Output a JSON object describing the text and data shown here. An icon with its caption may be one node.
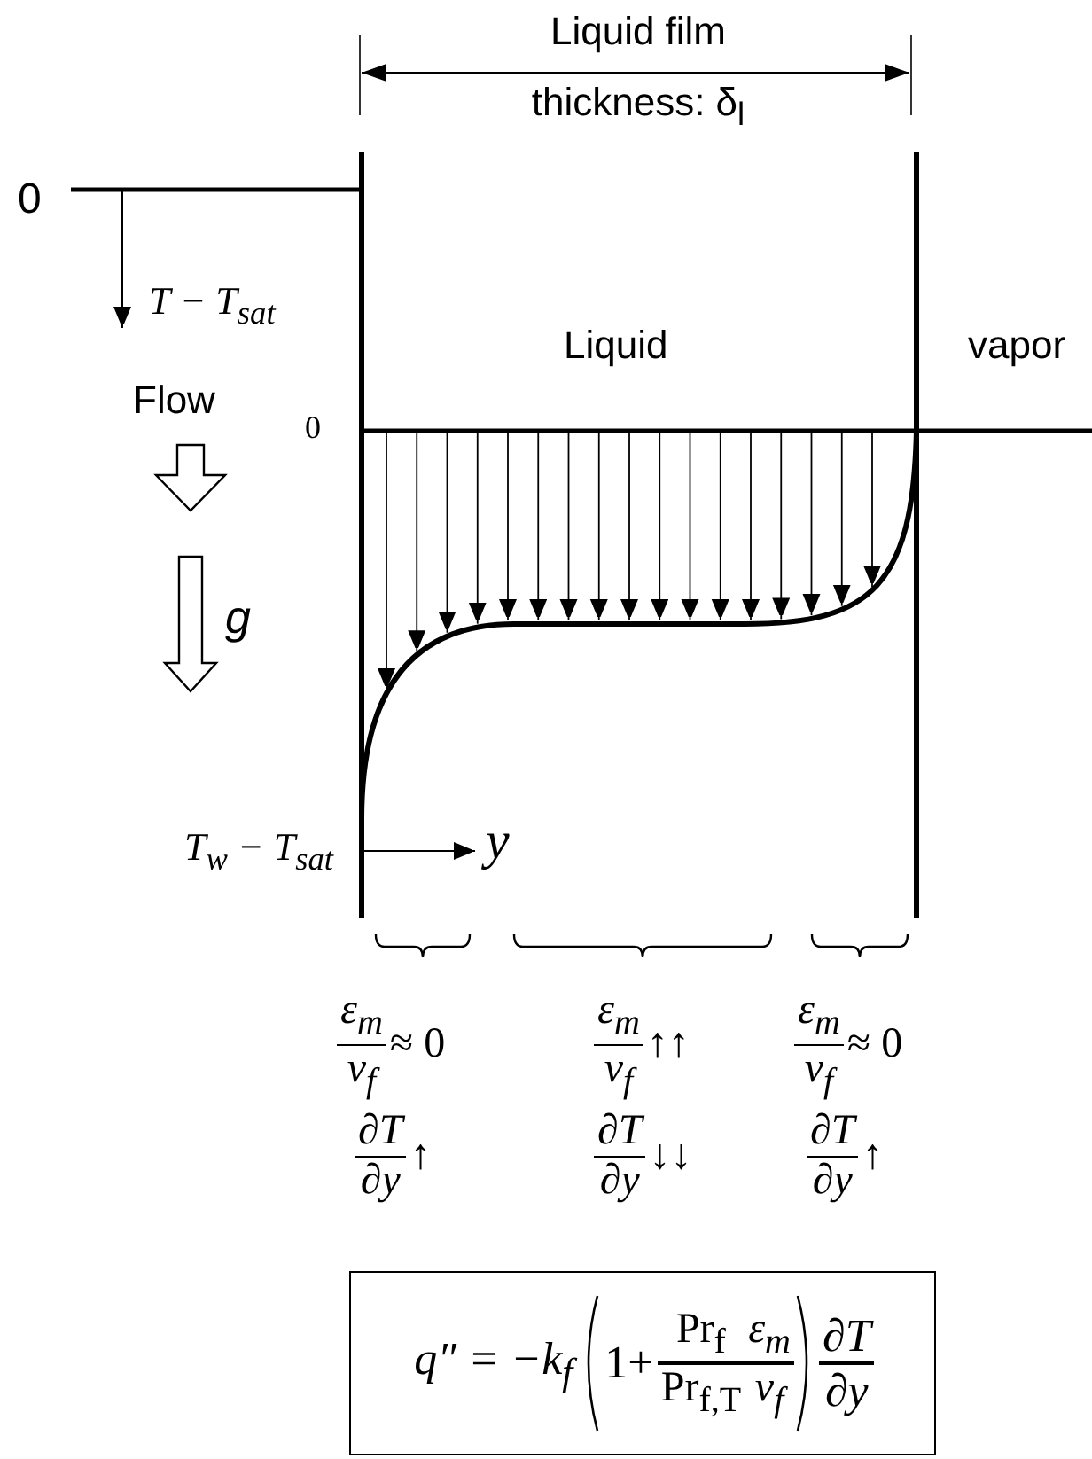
{
  "diagram": {
    "nodes": [
      {
        "text": [
          "q″ = −k$_{f}$",
          "1+",
          "Pr$_{f}$",
          "Pr$_{f,T}$",
          "ε$_{m}$",
          "ν$_{f}$",
          "∂T",
          "∂y"
        ]
      }
    ],
    "labels": [
      "Liquid film thickness: δ$_{l}$",
      "0",
      "T − T$_{sat}$",
      "Liquid",
      "vapor",
      "Flow",
      "0",
      "g",
      "T$_{w}$ − T$_{sat}$",
      "y",
      "ε$_{m}$",
      "≈ 0",
      "ε$_{m}$",
      "↑↑",
      "ε$_{m}$",
      "≈ 0",
      "ν$_{f}$",
      "ν$_{f}$",
      "ν$_{f}$",
      "∂T",
      "↑",
      "∂T",
      "↓↓",
      "∂T",
      "↑",
      "∂y",
      "∂y",
      "∂y"
    ]
  }
}
